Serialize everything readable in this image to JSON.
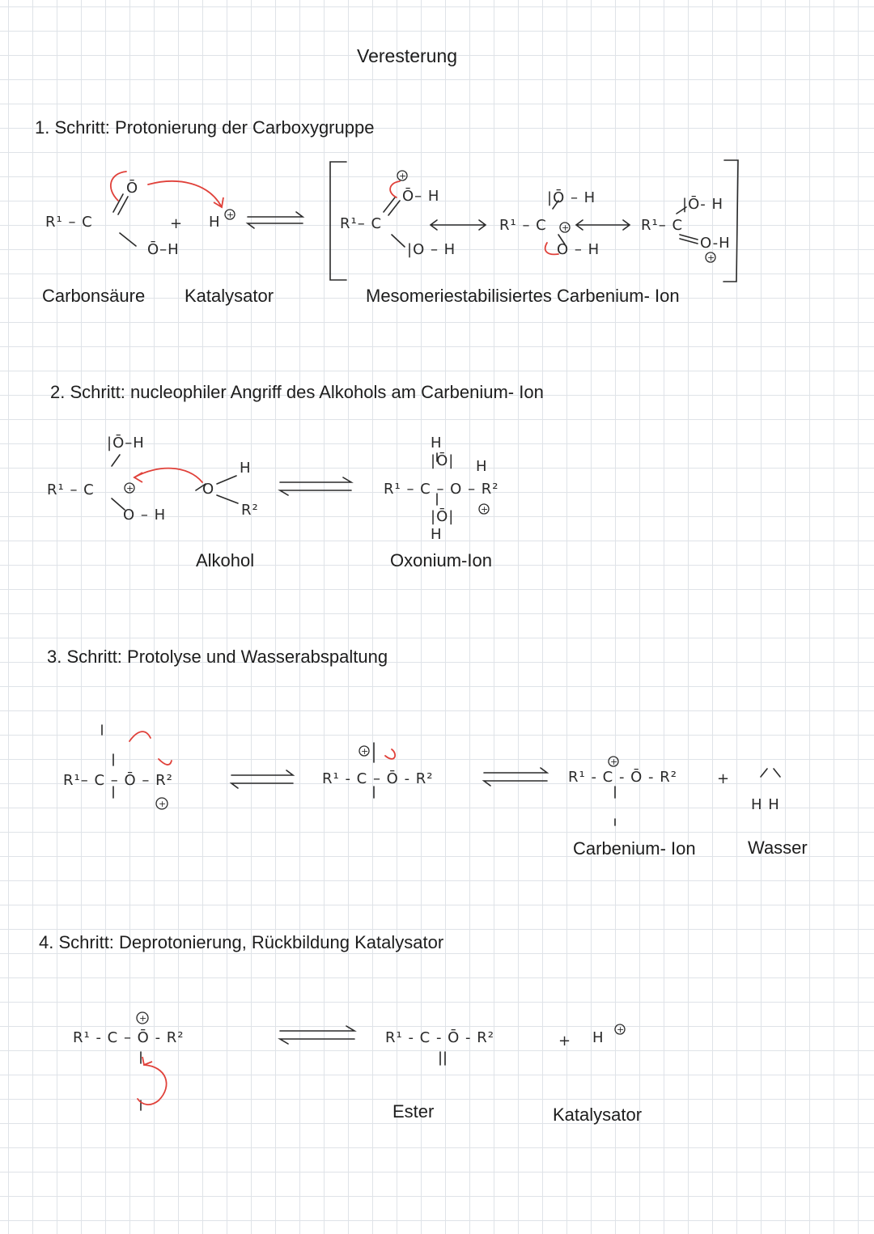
{
  "page": {
    "title": "Veresterung"
  },
  "steps": [
    {
      "heading": "1. Schritt: Protonierung der Carboxygruppe",
      "labels": [
        "Carbonsäure",
        "Katalysator",
        "Mesomeriestabilisiertes Carbenium- Ion"
      ]
    },
    {
      "heading": "2. Schritt: nucleophiler Angriff des Alkohols am Carbenium- Ion",
      "labels": [
        "Alkohol",
        "Oxonium-Ion"
      ]
    },
    {
      "heading": "3. Schritt: Protolyse und Wasserabspaltung",
      "labels": [
        "Carbenium- Ion",
        "Wasser"
      ]
    },
    {
      "heading": "4. Schritt: Deprotonierung, Rückbildung Katalysator",
      "labels": [
        "Ester",
        "Katalysator"
      ]
    }
  ],
  "formulas": {
    "s1_acid": "R¹ – C",
    "s1_oh": "Ō–H",
    "s1_o": "Ō",
    "s1_plus": "+",
    "s1_h": "H",
    "s1_mes1": "R¹– C",
    "s1_mes1_top": "Ō– H",
    "s1_mes1_bot": "|O – H",
    "s1_mes2": "R¹ – C",
    "s1_mes2_top": "|Ō – H",
    "s1_mes2_bot": "O – H",
    "s1_mes3": "R¹– C",
    "s1_mes3_top": "|Ō- H",
    "s1_mes3_bot": "O-H",
    "s2_cation": "R¹ – C",
    "s2_top": "|Ō–H",
    "s2_bot": "O – H",
    "s2_alc_o": "O",
    "s2_alc_h": "H",
    "s2_alc_r": "R²",
    "s2_oxo": "R¹ – C – O – R²",
    "s2_oxo_top": "H\n|Ō|",
    "s2_oxo_bot": "|Ō|\nH",
    "s2_oxo_h": "H",
    "s3_left": "R¹– C – Ō – R²",
    "s3_mid": "R¹ -  C – Ō - R²",
    "s3_right": "R¹ - C - Ō - R²",
    "s3_plus": "+",
    "s3_water": "H  H",
    "s4_left": "R¹ - C – Ō - R²",
    "s4_right": "R¹ - C - Ō - R²",
    "s4_plus": "+",
    "s4_h": "H"
  }
}
